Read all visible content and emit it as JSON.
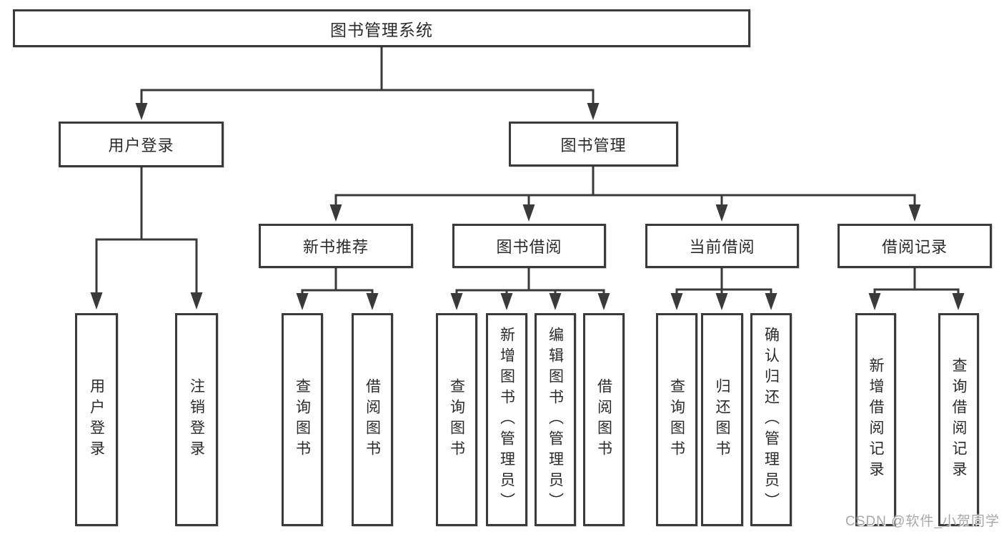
{
  "diagram": {
    "title": "图书管理系统",
    "nodes": {
      "root": "图书管理系统",
      "user_login": "用户登录",
      "book_mgmt": "图书管理",
      "new_book_rec": "新书推荐",
      "book_borrow": "图书借阅",
      "current_borrow": "当前借阅",
      "borrow_record": "借阅记录",
      "leaf_user_login": "用户登录",
      "leaf_logout": "注销登录",
      "leaf_query_book_rec": "查询图书",
      "leaf_borrow_book_rec": "借阅图书",
      "leaf_query_book_borrow": "查询图书",
      "leaf_add_book": "新增图书（管理员）",
      "leaf_edit_book": "编辑图书（管理员）",
      "leaf_borrow_book_borrow": "借阅图书",
      "leaf_query_book_current": "查询图书",
      "leaf_return_book": "归还图书",
      "leaf_confirm_return": "确认归还（管理员）",
      "leaf_add_borrow_record": "新增借阅记录",
      "leaf_query_borrow_record": "查询借阅记录"
    },
    "hierarchy": {
      "图书管理系统": {
        "用户登录": [
          "用户登录",
          "注销登录"
        ],
        "图书管理": {
          "新书推荐": [
            "查询图书",
            "借阅图书"
          ],
          "图书借阅": [
            "查询图书",
            "新增图书（管理员）",
            "编辑图书（管理员）",
            "借阅图书"
          ],
          "当前借阅": [
            "查询图书",
            "归还图书",
            "确认归还（管理员）"
          ],
          "借阅记录": [
            "新增借阅记录",
            "查询借阅记录"
          ]
        }
      }
    }
  },
  "colors": {
    "line": "#3a3a3a",
    "box_border": "#3a3a3a",
    "text": "#2b2b2b",
    "background": "#ffffff",
    "watermark": "#a8a8a8"
  },
  "watermark": "CSDN @软件_小贺同学"
}
